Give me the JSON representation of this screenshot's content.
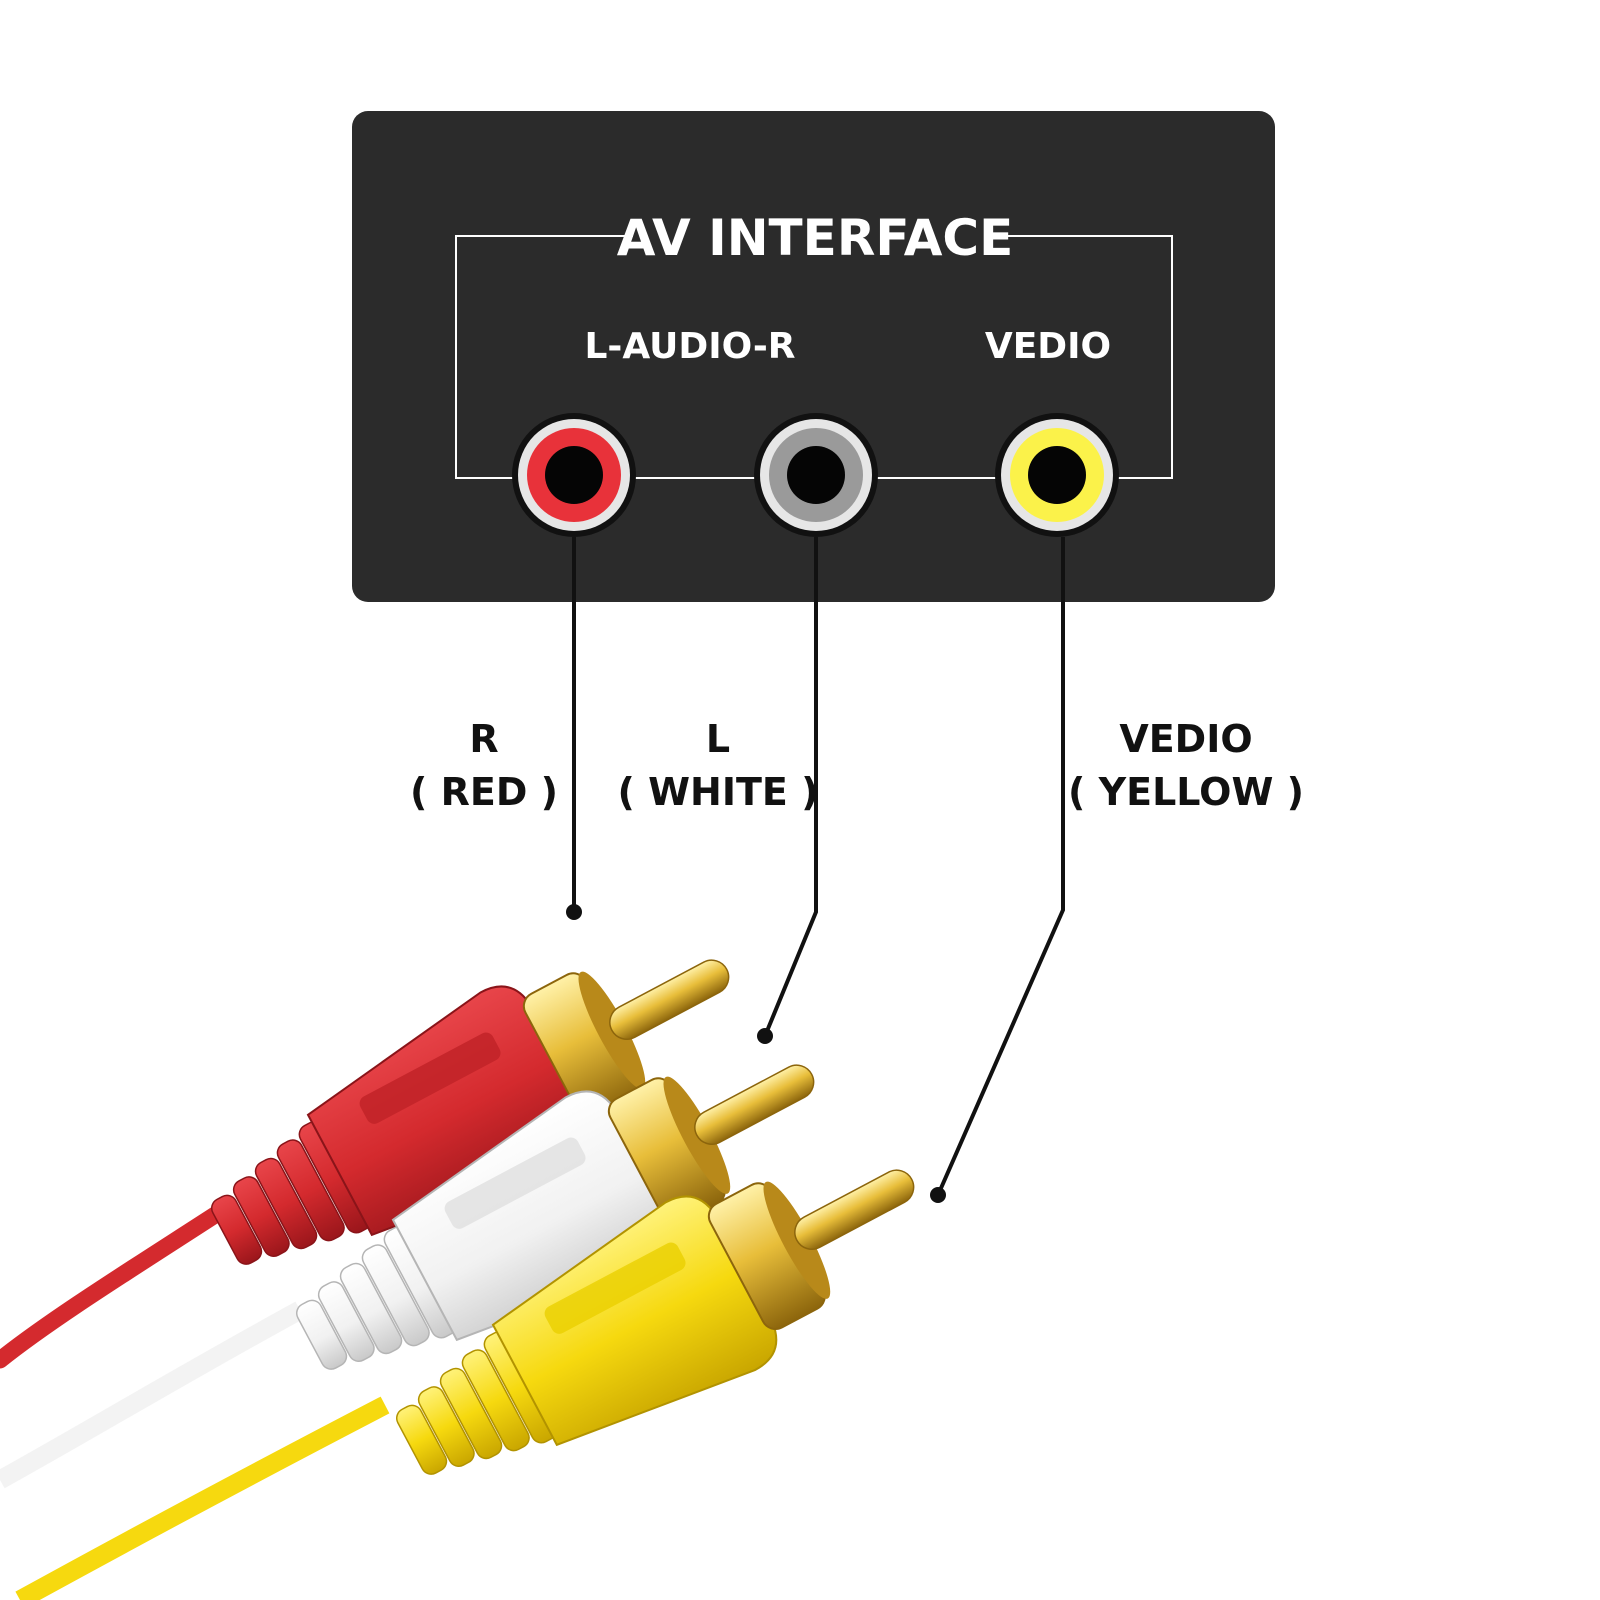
{
  "panel": {
    "title": "AV INTERFACE",
    "audio_label": "L-AUDIO-R",
    "video_label": "VEDIO",
    "background_color": "#2b2b2b"
  },
  "callouts": {
    "red": {
      "name": "R",
      "color_text": "( RED )"
    },
    "white": {
      "name": "L",
      "color_text": "( WHITE )"
    },
    "yellow": {
      "name": "VEDIO",
      "color_text": "( YELLOW )"
    }
  },
  "colors": {
    "red": "#d42a2e",
    "red_dark": "#a81d22",
    "white": "#f3f3f3",
    "white_shade": "#d9d9d9",
    "yellow": "#f6d90f",
    "yellow_dark": "#d8b800",
    "gold": "#e8be3a",
    "gold_dark": "#a97d12",
    "jack_gray": "#9a9a9a",
    "jack_ring": "#e6e6e6"
  },
  "icons": [
    "rca-jack-red-icon",
    "rca-jack-white-icon",
    "rca-jack-yellow-icon",
    "rca-plug-red-icon",
    "rca-plug-white-icon",
    "rca-plug-yellow-icon"
  ]
}
